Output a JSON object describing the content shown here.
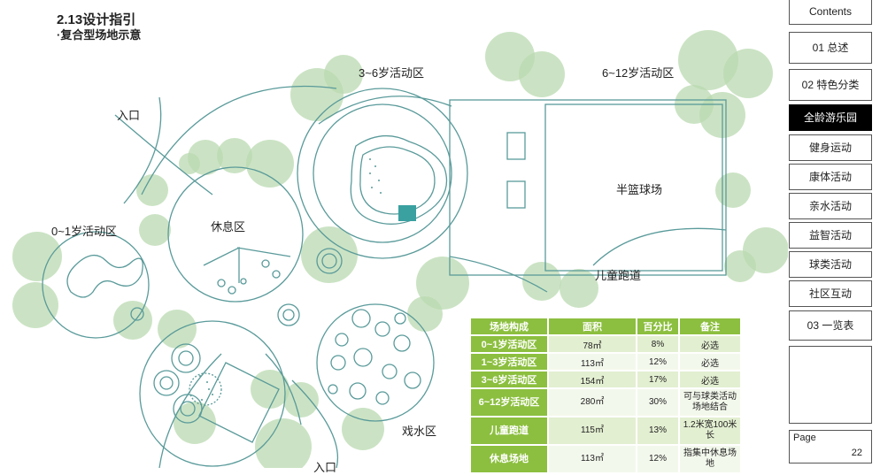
{
  "title": {
    "line1": "2.13设计指引",
    "line2": "·复合型场地示意"
  },
  "plan_labels": {
    "entrance_top": "入口",
    "entrance_bottom": "入口",
    "zone_0_1": "0~1岁活动区",
    "zone_rest": "休息区",
    "zone_3_6": "3~6岁活动区",
    "zone_6_12": "6~12岁活动区",
    "basketball": "半篮球场",
    "running_track": "儿童跑道",
    "water_play": "戏水区"
  },
  "table": {
    "headers": [
      "场地构成",
      "面积",
      "百分比",
      "备注"
    ],
    "rows": [
      {
        "name": "0~1岁活动区",
        "area": "78㎡",
        "percent": "8%",
        "note": "必选"
      },
      {
        "name": "1~3岁活动区",
        "area": "113㎡",
        "percent": "12%",
        "note": "必选"
      },
      {
        "name": "3~6岁活动区",
        "area": "154㎡",
        "percent": "17%",
        "note": "必选"
      },
      {
        "name": "6~12岁活动区",
        "area": "280㎡",
        "percent": "30%",
        "note": "可与球类活动场地结合"
      },
      {
        "name": "儿童跑道",
        "area": "115㎡",
        "percent": "13%",
        "note": "1.2米宽100米长"
      },
      {
        "name": "休息场地",
        "area": "113㎡",
        "percent": "12%",
        "note": "指集中休息场地"
      }
    ]
  },
  "nav": {
    "items": [
      "Contents",
      "01 总述",
      "02 特色分类",
      "全龄游乐园",
      "健身运动",
      "康体活动",
      "亲水活动",
      "益智活动",
      "球类活动",
      "社区互动",
      "03 一览表"
    ],
    "active": "全龄游乐园",
    "page_label": "Page",
    "page_number": "22"
  },
  "colors": {
    "line": "#5a9a9a",
    "tree": "#b9d9b0",
    "table_header": "#8cbf3f",
    "table_row": "#e3efd1",
    "active_nav": "#000000"
  }
}
